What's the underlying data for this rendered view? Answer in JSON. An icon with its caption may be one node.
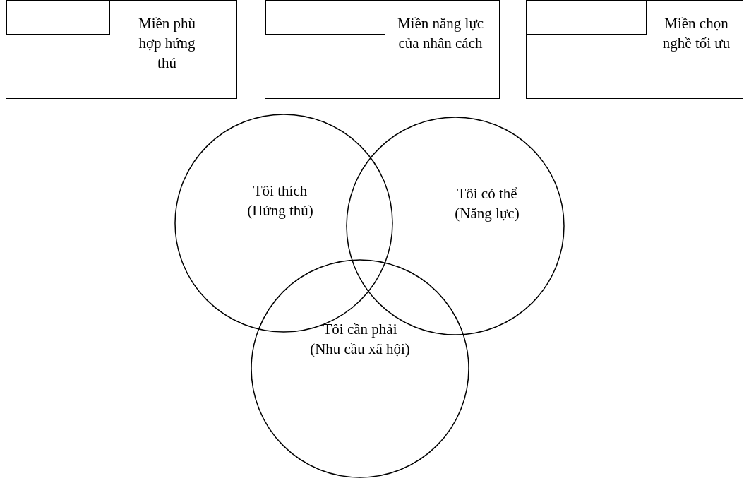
{
  "diagram": {
    "nodes": [
      {
        "text": [
          "Miền phù hợp hứng thú"
        ]
      },
      {
        "text": [],
        "shape": "box",
        "in": 0
      },
      {
        "text": [
          "Miền năng lực của nhân cách"
        ]
      },
      {
        "text": [],
        "shape": "box",
        "in": 2
      },
      {
        "text": [
          "Miền chọn nghề tối ưu"
        ]
      },
      {
        "text": [],
        "shape": "box",
        "in": 4
      },
      {
        "text": [
          "Tôi thích",
          "(Hứng thú)"
        ]
      },
      {
        "text": [
          "Tôi có thể",
          "(Năng lực)"
        ]
      },
      {
        "text": [
          "Tôi cần phải",
          "(Nhu cầu xã hội)"
        ]
      }
    ],
    "edges": []
  }
}
